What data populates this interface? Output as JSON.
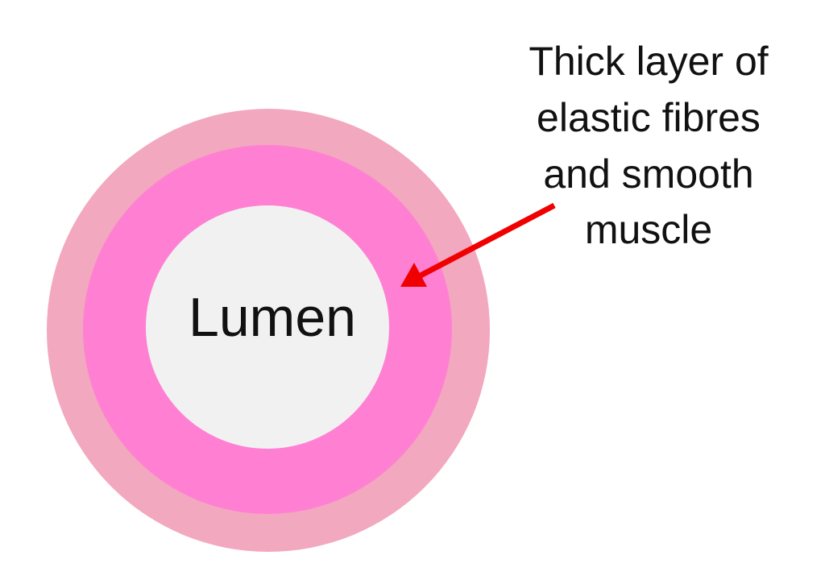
{
  "diagram": {
    "center_label": "Lumen",
    "annotation_lines": [
      "Thick layer of",
      "elastic fibres",
      "and smooth",
      "muscle"
    ],
    "colors": {
      "outer_layer": "#F2A8BF",
      "middle_layer": "#FF80D3",
      "lumen": "#F1F1F1",
      "arrow": "#F00000"
    }
  }
}
